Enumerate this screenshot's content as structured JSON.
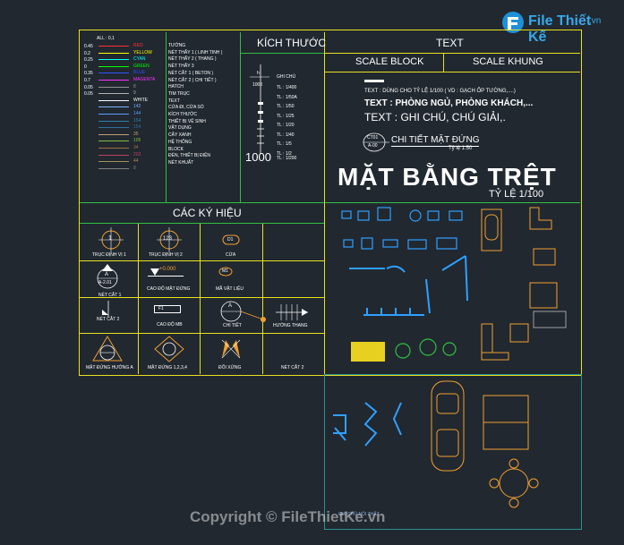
{
  "legend": {
    "all_label": "ALL : 0,1",
    "weights": [
      "0.45",
      "0.2",
      "0.25",
      "0",
      "0.35",
      "0.7",
      "0.05",
      "0.05"
    ],
    "colors": [
      {
        "name": "RED",
        "hex": "#ff3030"
      },
      {
        "name": "YELLOW",
        "hex": "#ffff00"
      },
      {
        "name": "CYAN",
        "hex": "#00ffff"
      },
      {
        "name": "GREEN",
        "hex": "#00ff00"
      },
      {
        "name": "BLUE",
        "hex": "#3050ff"
      },
      {
        "name": "MAGENTA",
        "hex": "#ff30ff"
      },
      {
        "name": "8",
        "hex": "#909090"
      },
      {
        "name": "9",
        "hex": "#b0b0b0"
      },
      {
        "name": "WHITE",
        "hex": "#ffffff"
      },
      {
        "name": "142",
        "hex": "#7fb0ff"
      },
      {
        "name": "144",
        "hex": "#5f9fff"
      },
      {
        "name": "154",
        "hex": "#2f7faf"
      },
      {
        "name": "154",
        "hex": "#2f6f9f"
      },
      {
        "name": "35",
        "hex": "#bfa070"
      },
      {
        "name": "105",
        "hex": "#7fbf3f"
      },
      {
        "name": "34",
        "hex": "#a07040"
      },
      {
        "name": "203",
        "hex": "#c04060"
      },
      {
        "name": "44",
        "hex": "#a09050"
      },
      {
        "name": "8",
        "hex": "#808080"
      }
    ],
    "descriptions": [
      "TƯỜNG",
      "NÉT THẤY 1 ( LINH TINH )",
      "NÉT THẤY 2 ( THANG )",
      "NÉT THẤY 3",
      "NÉT CẮT 1 ( BETON )",
      "NÉT CẮT 2 ( CHI TIẾT )",
      "HATCH",
      "TIM TRỤC",
      "TEXT",
      "CỬA ĐI, CỬA SỔ",
      "KÍCH THƯỚC",
      "THIẾT BỊ VỆ SINH",
      "VẬT DỤNG",
      "CÂY XANH",
      "HỆ THỐNG",
      "BLOCK",
      "ĐÈN, THIẾT BỊ ĐIỆN",
      "NÉT KHUẤT"
    ]
  },
  "dimension": {
    "title": "KÍCH THƯỚC",
    "h_label": "h",
    "value_1000": "1000",
    "big_1000": "1000",
    "note_label": "GHI CHÚ",
    "scales": [
      "TL : 1/400",
      "TL : 1/50A",
      "TL : 1/50",
      "TL : 1/25",
      "TL : 1/20",
      "TL : 1/40",
      "TL : 1/5",
      "TL : 1/2",
      "TL : 1/200"
    ]
  },
  "text_panel": {
    "title": "TEXT",
    "scale_block": "SCALE BLOCK",
    "scale_khung": "SCALE KHUNG",
    "note_small": "TEXT : DÙNG CHO TỶ LỆ 1/100 ( VD : GẠCH ỐP TƯỜNG,....)",
    "line_2": "TEXT : PHÒNG NGỦ, PHÒNG KHÁCH,...",
    "line_3": "TEXT : GHI CHÚ, CHÚ GIẢI,.",
    "detail_code_top": "CT01",
    "detail_code_bottom": "A-00",
    "detail_title": "CHI TIẾT MẶT ĐỨNG",
    "detail_scale": "Tỷ lệ 1:50",
    "main_title": "MẶT BẰNG TRỆT",
    "main_scale": "TỶ LỆ 1/100"
  },
  "symbols": {
    "title": "CÁC KÝ HIỆU",
    "axis_1": "1",
    "axis_123": "123",
    "door_code": "D1",
    "elev_mark": "+0.000",
    "material_mark": "M1",
    "floor_mark": "F1",
    "section_a": "A",
    "section_code": "A-2.01",
    "items": [
      "TRỤC ĐỊNH VỊ 1",
      "TRỤC ĐỊNH VỊ 2",
      "CỬA",
      "NÉT CẮT 1",
      "CAO ĐỘ MẶT ĐỨNG",
      "MÃ VẬT LIỆU",
      "NÉT CẮT 2",
      "CAO ĐỘ MB",
      "CHI TIẾT",
      "HƯỚNG THANG",
      "MẶT ĐỨNG HƯỚNG A",
      "MẶT ĐỨNG 1,2,3,4",
      "ĐỐI XỨNG",
      "NÉT CẮT 2"
    ]
  },
  "watermark": {
    "copyright": "Copyright © FileThietKe.vn",
    "logo_text": "File Thiết Kế",
    "logo_sub": ".vn",
    "bottom_label": "GHI CHÚ NỘI THẤT"
  }
}
